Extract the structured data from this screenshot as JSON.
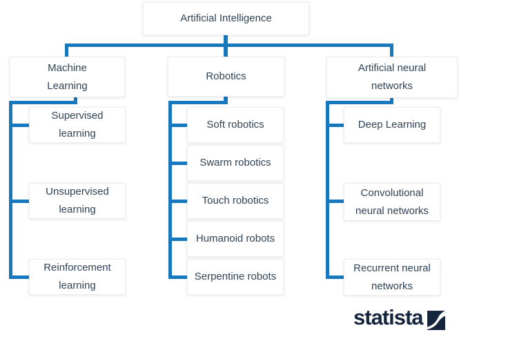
{
  "diagram": {
    "root": {
      "label": "Artificial Intelligence"
    },
    "branches": [
      {
        "label": "Machine\nLearning",
        "children": [
          "Supervised\nlearning",
          "Unsupervised\nlearning",
          "Reinforcement\nlearning"
        ]
      },
      {
        "label": "Robotics",
        "children": [
          "Soft robotics",
          "Swarm robotics",
          "Touch robotics",
          "Humanoid robots",
          "Serpentine robots"
        ]
      },
      {
        "label": "Artificial neural\nnetworks",
        "children": [
          "Deep Learning",
          "Convolutional\nneural networks",
          "Recurrent neural\nnetworks"
        ]
      }
    ]
  },
  "footer": {
    "brand": "statista"
  },
  "colors": {
    "background": "#ffffff",
    "connector_blue": "#1778be",
    "node_text": "#2f4256",
    "box_border": "#ededed",
    "brand_navy": "#15253e"
  }
}
